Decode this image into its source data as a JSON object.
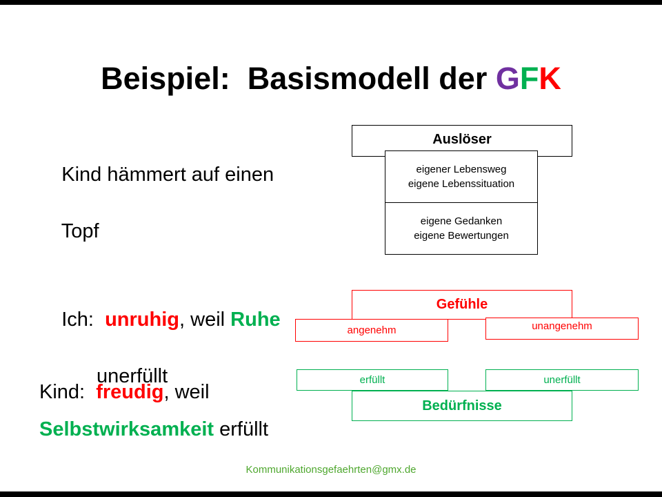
{
  "colors": {
    "red": "#ff0000",
    "green": "#00b050",
    "purple": "#7030a0",
    "footer_green": "#4ea72e"
  },
  "title": {
    "prefix": "Beispiel:  Basismodell der ",
    "g": "G",
    "f": "F",
    "k": "K"
  },
  "body": {
    "situation_line1": "Kind hämmert auf einen",
    "situation_line2": "Topf",
    "ich": {
      "prefix": "Ich:  ",
      "feeling": "unruhig",
      "middle": ", weil ",
      "need": "Ruhe",
      "line2": "unerfüllt"
    },
    "kind": {
      "prefix": "Kind:  ",
      "feeling": "freudig",
      "middle": ", weil",
      "need": "Selbstwirksamkeit",
      "suffix": " erfüllt"
    }
  },
  "diagram": {
    "ausloeser_label": "Auslöser",
    "inner_top_line1": "eigener Lebensweg",
    "inner_top_line2": "eigene Lebenssituation",
    "inner_bottom_line1": "eigene Gedanken",
    "inner_bottom_line2": "eigene Bewertungen",
    "gefuehle_label": "Gefühle",
    "angenehm": "angenehm",
    "unangenehm": "unangenehm",
    "erfuellt": "erfüllt",
    "unerfuellt": "unerfüllt",
    "beduerfnisse_label": "Bedürfnisse"
  },
  "footer": {
    "email": "Kommunikationsgefaehrten@gmx.de"
  }
}
